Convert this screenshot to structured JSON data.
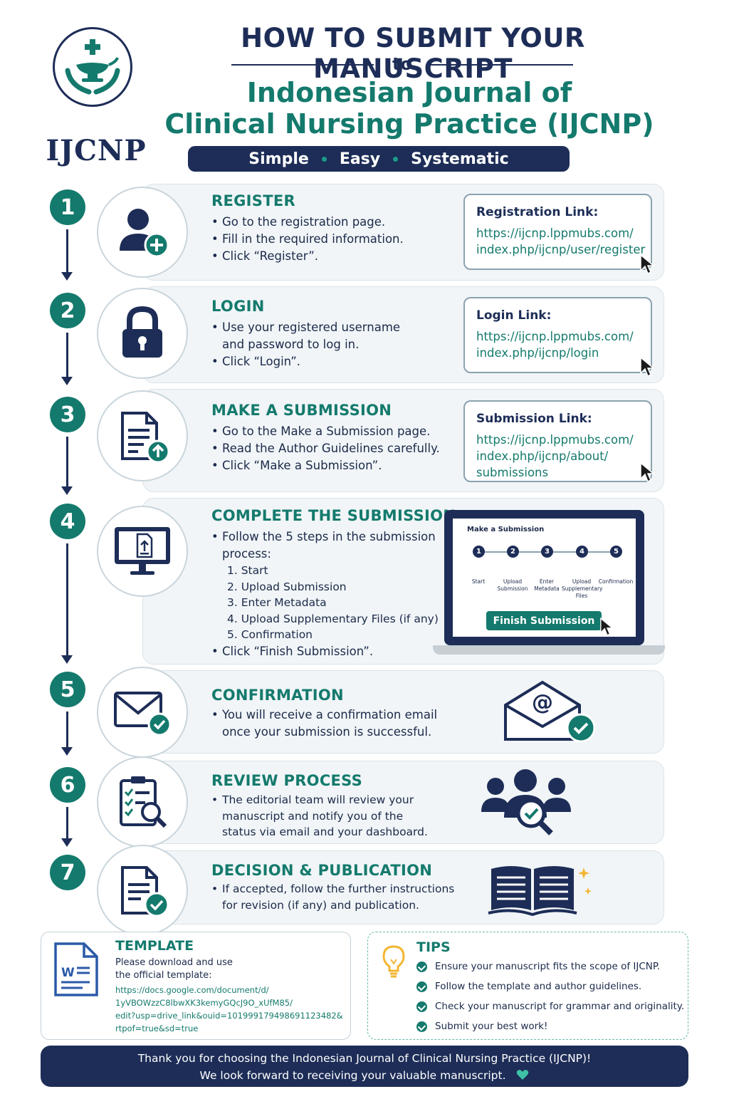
{
  "header": {
    "logo_text": "IJCNP",
    "title": "HOW TO SUBMIT YOUR MANUSCRIPT",
    "to": "to",
    "journal_line1": "Indonesian Journal of",
    "journal_line2": "Clinical Nursing Practice (IJCNP)",
    "tagline": [
      "Simple",
      "Easy",
      "Systematic"
    ]
  },
  "steps": [
    {
      "number": "1",
      "icon": "add-user-icon",
      "title": "REGISTER",
      "bullets": [
        "Go to the registration page.",
        "Fill in the required information.",
        "Click “Register”."
      ],
      "link_label": "Registration Link:",
      "link_url": [
        "https://ijcnp.lppmubs.com/",
        "index.php/ijcnp/user/register"
      ]
    },
    {
      "number": "2",
      "icon": "lock-icon",
      "title": "LOGIN",
      "bullets": [
        "Use your registered username",
        "and password to log in.",
        "Click “Login”."
      ],
      "link_label": "Login Link:",
      "link_url": [
        "https://ijcnp.lppmubs.com/",
        "index.php/ijcnp/login"
      ]
    },
    {
      "number": "3",
      "icon": "document-upload-icon",
      "title": "MAKE A SUBMISSION",
      "bullets": [
        "Go to the Make a Submission page.",
        "Read the Author Guidelines carefully.",
        "Click “Make a Submission”."
      ],
      "link_label": "Submission Link:",
      "link_url": [
        "https://ijcnp.lppmubs.com/",
        "index.php/ijcnp/about/",
        "submissions"
      ]
    },
    {
      "number": "4",
      "icon": "monitor-upload-icon",
      "title": "COMPLETE THE SUBMISSION",
      "bullets": [
        "Follow the 5 steps in the submission",
        "process:"
      ],
      "substeps": [
        "1.  Start",
        "2.  Upload Submission",
        "3.  Enter Metadata",
        "4.  Upload Supplementary Files (if any)",
        "5.  Confirmation"
      ],
      "final_bullet": "Click “Finish Submission”.",
      "laptop": {
        "heading": "Make a Submission",
        "steps": [
          {
            "n": "1",
            "label": "Start"
          },
          {
            "n": "2",
            "label": "Upload Submission"
          },
          {
            "n": "3",
            "label": "Enter Metadata"
          },
          {
            "n": "4",
            "label": "Upload Supplementary Files"
          },
          {
            "n": "5",
            "label": "Confirmation"
          }
        ],
        "button": "Finish Submission"
      }
    },
    {
      "number": "5",
      "icon": "mail-check-icon",
      "title": "CONFIRMATION",
      "bullets": [
        "You will receive a confirmation email",
        "once your submission is successful."
      ]
    },
    {
      "number": "6",
      "icon": "clipboard-search-icon",
      "title": "REVIEW PROCESS",
      "bullets": [
        "The editorial team will review your",
        "manuscript and notify you of the",
        "status via email and your dashboard."
      ]
    },
    {
      "number": "7",
      "icon": "document-check-icon",
      "title": "DECISION & PUBLICATION",
      "bullets": [
        "If accepted, follow the further instructions",
        "for revision (if any) and publication."
      ]
    }
  ],
  "template": {
    "title": "TEMPLATE",
    "text_line1": "Please download and use",
    "text_line2": "the official template:",
    "url_lines": [
      "https://docs.google.com/document/d/",
      "1yVBOWzzC8lbwXK3kemyGQcJ9O_xUfM85/",
      "edit?usp=drive_link&ouid=101999179498691123482&",
      "rtpof=true&sd=true"
    ]
  },
  "tips": {
    "title": "TIPS",
    "items": [
      "Ensure your manuscript fits the scope of IJCNP.",
      "Follow the template and author guidelines.",
      "Check your manuscript for grammar and originality.",
      "Submit your best work!"
    ]
  },
  "footer": {
    "line1": "Thank you for choosing the Indonesian Journal of Clinical Nursing Practice (IJCNP)!",
    "line2": "We look forward to receiving your valuable manuscript."
  },
  "colors": {
    "navy": "#1d2d57",
    "teal": "#147a6d",
    "card_bg": "#f1f5f7"
  }
}
